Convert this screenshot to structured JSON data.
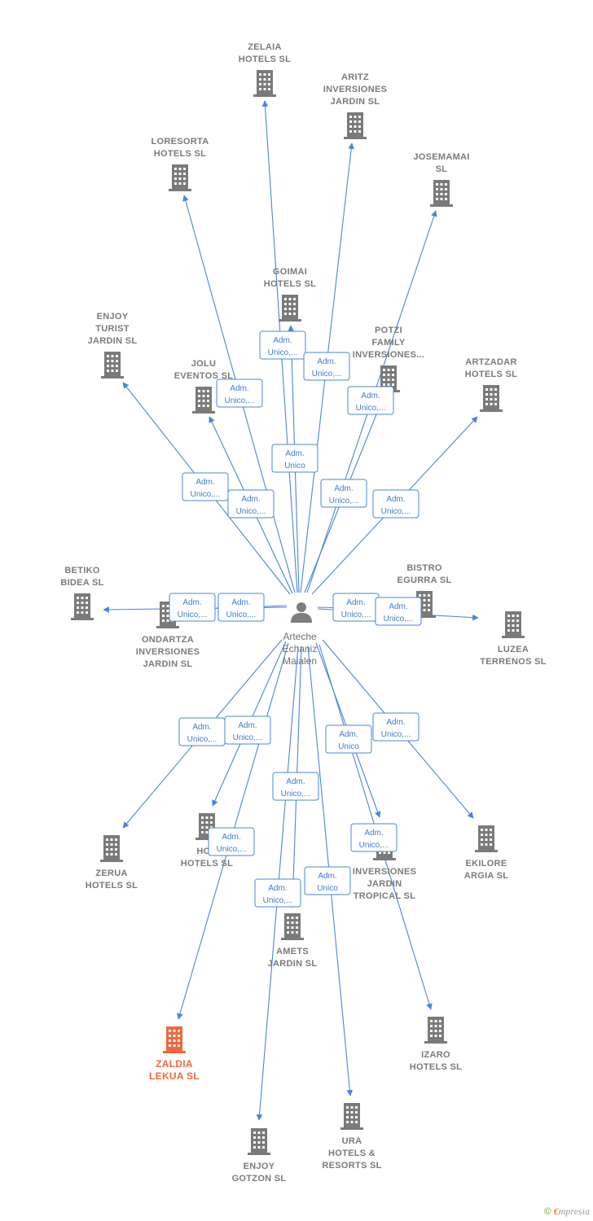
{
  "person": {
    "name_lines": [
      "Arteche",
      "Echaniz",
      "Maialen"
    ],
    "icon": "person-icon"
  },
  "colors": {
    "edge": "#4a86d8",
    "node": "#7a7a7a",
    "highlight": "#f0683a"
  },
  "companies": [
    {
      "id": "zelaia",
      "lines": [
        "ZELAIA",
        "HOTELS SL"
      ],
      "icon": "building-icon"
    },
    {
      "id": "aritz",
      "lines": [
        "ARITZ",
        "INVERSIONES",
        "JARDIN SL"
      ],
      "icon": "building-icon"
    },
    {
      "id": "loresorta",
      "lines": [
        "LORESORTA",
        "HOTELS SL"
      ],
      "icon": "building-icon"
    },
    {
      "id": "josemamai",
      "lines": [
        "JOSEMAMAI",
        "SL"
      ],
      "icon": "building-icon"
    },
    {
      "id": "goimai",
      "lines": [
        "GOIMAI",
        "HOTELS SL"
      ],
      "icon": "building-icon"
    },
    {
      "id": "enjoy-turist",
      "lines": [
        "ENJOY",
        "TURIST",
        "JARDIN SL"
      ],
      "icon": "building-icon"
    },
    {
      "id": "potzi",
      "lines": [
        "POTZI",
        "FAMILY",
        "INVERSIONES..."
      ],
      "icon": "building-icon"
    },
    {
      "id": "jolu",
      "lines": [
        "JOLU",
        "EVENTOS SL"
      ],
      "icon": "building-icon"
    },
    {
      "id": "artzadar",
      "lines": [
        "ARTZADAR",
        "HOTELS SL"
      ],
      "icon": "building-icon"
    },
    {
      "id": "betiko",
      "lines": [
        "BETIKO",
        "BIDEA SL"
      ],
      "icon": "building-icon"
    },
    {
      "id": "bistro",
      "lines": [
        "BISTRO",
        "EGURRA SL"
      ],
      "icon": "building-icon"
    },
    {
      "id": "ondartza",
      "lines": [
        "ONDARTZA",
        "INVERSIONES",
        "JARDIN SL"
      ],
      "icon": "building-icon"
    },
    {
      "id": "luzea",
      "lines": [
        "LUZEA",
        "TERRENOS SL"
      ],
      "icon": "building-icon"
    },
    {
      "id": "zerua",
      "lines": [
        "ZERUA",
        "HOTELS SL"
      ],
      "icon": "building-icon"
    },
    {
      "id": "hod",
      "lines": [
        "HOD",
        "HOTELS SL"
      ],
      "icon": "building-icon"
    },
    {
      "id": "inv-tropical",
      "lines": [
        "INVERSIONES",
        "JARDIN",
        "TROPICAL SL"
      ],
      "icon": "building-icon"
    },
    {
      "id": "ekilore",
      "lines": [
        "EKILORE",
        "ARGIA SL"
      ],
      "icon": "building-icon"
    },
    {
      "id": "amets",
      "lines": [
        "AMETS",
        "JARDIN SL"
      ],
      "icon": "building-icon"
    },
    {
      "id": "izaro",
      "lines": [
        "IZARO",
        "HOTELS SL"
      ],
      "icon": "building-icon"
    },
    {
      "id": "zaldia",
      "lines": [
        "ZALDIA",
        "LEKUA SL"
      ],
      "icon": "building-icon",
      "highlight": true
    },
    {
      "id": "ura",
      "lines": [
        "URA",
        "HOTELS &",
        "RESORTS SL"
      ],
      "icon": "building-icon"
    },
    {
      "id": "enjoy-gotzon",
      "lines": [
        "ENJOY",
        "GOTZON SL"
      ],
      "icon": "building-icon"
    }
  ],
  "relations": [
    {
      "target": "zelaia",
      "lines": [
        "Adm.",
        "Unico,..."
      ]
    },
    {
      "target": "aritz",
      "lines": [
        "Adm.",
        "Unico,..."
      ]
    },
    {
      "target": "loresorta",
      "lines": [
        "Adm.",
        "Unico,..."
      ]
    },
    {
      "target": "josemamai",
      "lines": [
        "Adm.",
        "Unico,..."
      ]
    },
    {
      "target": "goimai",
      "lines": [
        "Adm.",
        "Unico"
      ]
    },
    {
      "target": "enjoy-turist",
      "lines": [
        "Adm.",
        "Unico,..."
      ]
    },
    {
      "target": "potzi",
      "lines": [
        "Adm.",
        "Unico,..."
      ]
    },
    {
      "target": "jolu",
      "lines": [
        "Adm.",
        "Unico,..."
      ]
    },
    {
      "target": "artzadar",
      "lines": [
        "Adm.",
        "Unico,..."
      ]
    },
    {
      "target": "betiko",
      "lines": [
        "Adm.",
        "Unico,..."
      ]
    },
    {
      "target": "ondartza",
      "lines": [
        "Adm.",
        "Unico,..."
      ]
    },
    {
      "target": "bistro",
      "lines": [
        "Adm.",
        "Unico,..."
      ]
    },
    {
      "target": "luzea",
      "lines": [
        "Adm.",
        "Unico,..."
      ]
    },
    {
      "target": "zerua",
      "lines": [
        "Adm.",
        "Unico,..."
      ]
    },
    {
      "target": "hod",
      "lines": [
        "Adm.",
        "Unico,..."
      ]
    },
    {
      "target": "zaldia",
      "lines": [
        "Adm.",
        "Unico,..."
      ]
    },
    {
      "target": "inv-tropical",
      "lines": [
        "Adm.",
        "Unico"
      ]
    },
    {
      "target": "izaro",
      "lines": [
        "Adm.",
        "Unico,..."
      ]
    },
    {
      "target": "ekilore",
      "lines": [
        "Adm.",
        "Unico,..."
      ]
    },
    {
      "target": "amets",
      "lines": [
        "Adm.",
        "Unico,..."
      ]
    },
    {
      "target": "enjoy-gotzon",
      "lines": [
        "Adm.",
        "Unico,..."
      ]
    },
    {
      "target": "ura",
      "lines": [
        "Adm.",
        "Unico"
      ]
    }
  ],
  "footer": {
    "copyright": "©",
    "brand_initial": "€",
    "brand_rest": "mpresia"
  }
}
